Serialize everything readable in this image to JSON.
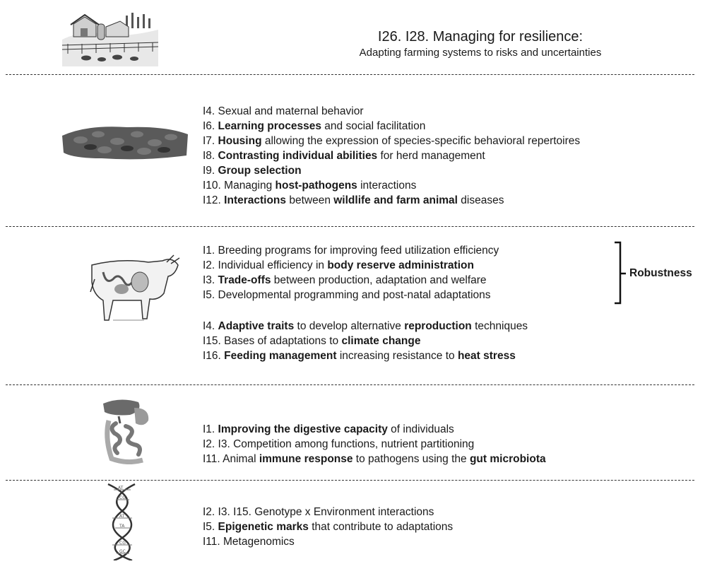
{
  "header": {
    "title": "I26. I28. Managing for resilience:",
    "subtitle": "Adapting farming systems to risks and uncertainties"
  },
  "sections": [
    {
      "id": "behavior",
      "items": [
        [
          {
            "t": "I4. Sexual and maternal behavior",
            "b": false
          }
        ],
        [
          {
            "t": "I6. ",
            "b": false
          },
          {
            "t": "Learning processes",
            "b": true
          },
          {
            "t": " and social facilitation",
            "b": false
          }
        ],
        [
          {
            "t": "I7. ",
            "b": false
          },
          {
            "t": "Housing",
            "b": true
          },
          {
            "t": " allowing the expression of species-specific behavioral repertoires",
            "b": false
          }
        ],
        [
          {
            "t": "I8. ",
            "b": false
          },
          {
            "t": "Contrasting individual abilities",
            "b": true
          },
          {
            "t": " for herd management",
            "b": false
          }
        ],
        [
          {
            "t": "I9. ",
            "b": false
          },
          {
            "t": "Group selection",
            "b": true
          }
        ],
        [
          {
            "t": "I10. Managing ",
            "b": false
          },
          {
            "t": "host-pathogens",
            "b": true
          },
          {
            "t": " interactions",
            "b": false
          }
        ],
        [
          {
            "t": "I12. ",
            "b": false
          },
          {
            "t": "Interactions",
            "b": true
          },
          {
            "t": " between ",
            "b": false
          },
          {
            "t": "wildlife and farm animal",
            "b": true
          },
          {
            "t": " diseases",
            "b": false
          }
        ]
      ]
    },
    {
      "id": "animal-robustness",
      "items": [
        [
          {
            "t": "I1. Breeding programs for improving feed utilization efficiency",
            "b": false
          }
        ],
        [
          {
            "t": "I2. Individual efficiency in ",
            "b": false
          },
          {
            "t": "body reserve administration",
            "b": true
          }
        ],
        [
          {
            "t": "I3. ",
            "b": false
          },
          {
            "t": "Trade-offs",
            "b": true
          },
          {
            "t": " between production, adaptation and welfare",
            "b": false
          }
        ],
        [
          {
            "t": "I5. Developmental programming and post-natal adaptations",
            "b": false
          }
        ]
      ],
      "bracket_label": "Robustness"
    },
    {
      "id": "animal-adaptive",
      "items": [
        [
          {
            "t": "I4. ",
            "b": false
          },
          {
            "t": "Adaptive traits",
            "b": true
          },
          {
            "t": " to develop alternative ",
            "b": false
          },
          {
            "t": "reproduction",
            "b": true
          },
          {
            "t": " techniques",
            "b": false
          }
        ],
        [
          {
            "t": "I15. Bases of adaptations to ",
            "b": false
          },
          {
            "t": "climate change",
            "b": true
          }
        ],
        [
          {
            "t": "I16. ",
            "b": false
          },
          {
            "t": "Feeding management",
            "b": true
          },
          {
            "t": " increasing resistance to ",
            "b": false
          },
          {
            "t": "heat stress",
            "b": true
          }
        ]
      ]
    },
    {
      "id": "digestive",
      "items": [
        [
          {
            "t": "I1. ",
            "b": false
          },
          {
            "t": "Improving the digestive capacity",
            "b": true
          },
          {
            "t": " of individuals",
            "b": false
          }
        ],
        [
          {
            "t": "I2. I3. Competition among functions, nutrient partitioning",
            "b": false
          }
        ],
        [
          {
            "t": "I11. Animal ",
            "b": false
          },
          {
            "t": "immune response",
            "b": true
          },
          {
            "t": " to pathogens using the ",
            "b": false
          },
          {
            "t": "gut microbiota",
            "b": true
          }
        ]
      ]
    },
    {
      "id": "genetic",
      "items": [
        [
          {
            "t": "I2. I3. I15. Genotype x Environment interactions",
            "b": false
          }
        ],
        [
          {
            "t": "I5. ",
            "b": false
          },
          {
            "t": "Epigenetic marks",
            "b": true
          },
          {
            "t": " that contribute to adaptations",
            "b": false
          }
        ],
        [
          {
            "t": "I11. Metagenomics",
            "b": false
          }
        ]
      ]
    }
  ],
  "dna_labels": [
    "AT",
    "CG",
    "AT",
    "TA",
    "CG",
    "GC"
  ]
}
